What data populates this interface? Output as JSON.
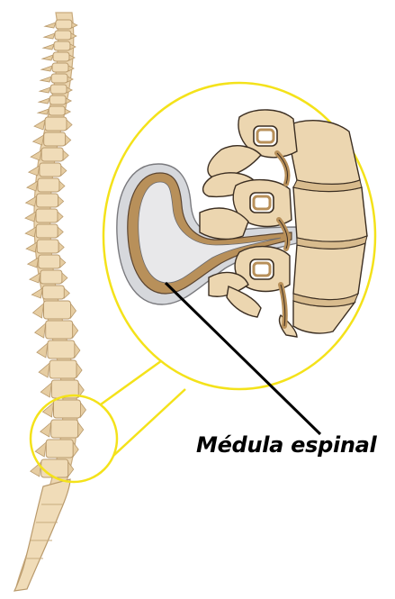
{
  "label": {
    "text": "Médula espinal"
  },
  "colors": {
    "bone": "#f0dcb8",
    "bone_shadow": "#d9bc8e",
    "outline": "#3b2e22",
    "cord": "#b8905a",
    "cord_fill": "#e8e8ea",
    "highlight": "#f4e21a",
    "leader": "#000000"
  },
  "icons": [
    "spine-illustration",
    "magnified-vertebra-illustration"
  ]
}
